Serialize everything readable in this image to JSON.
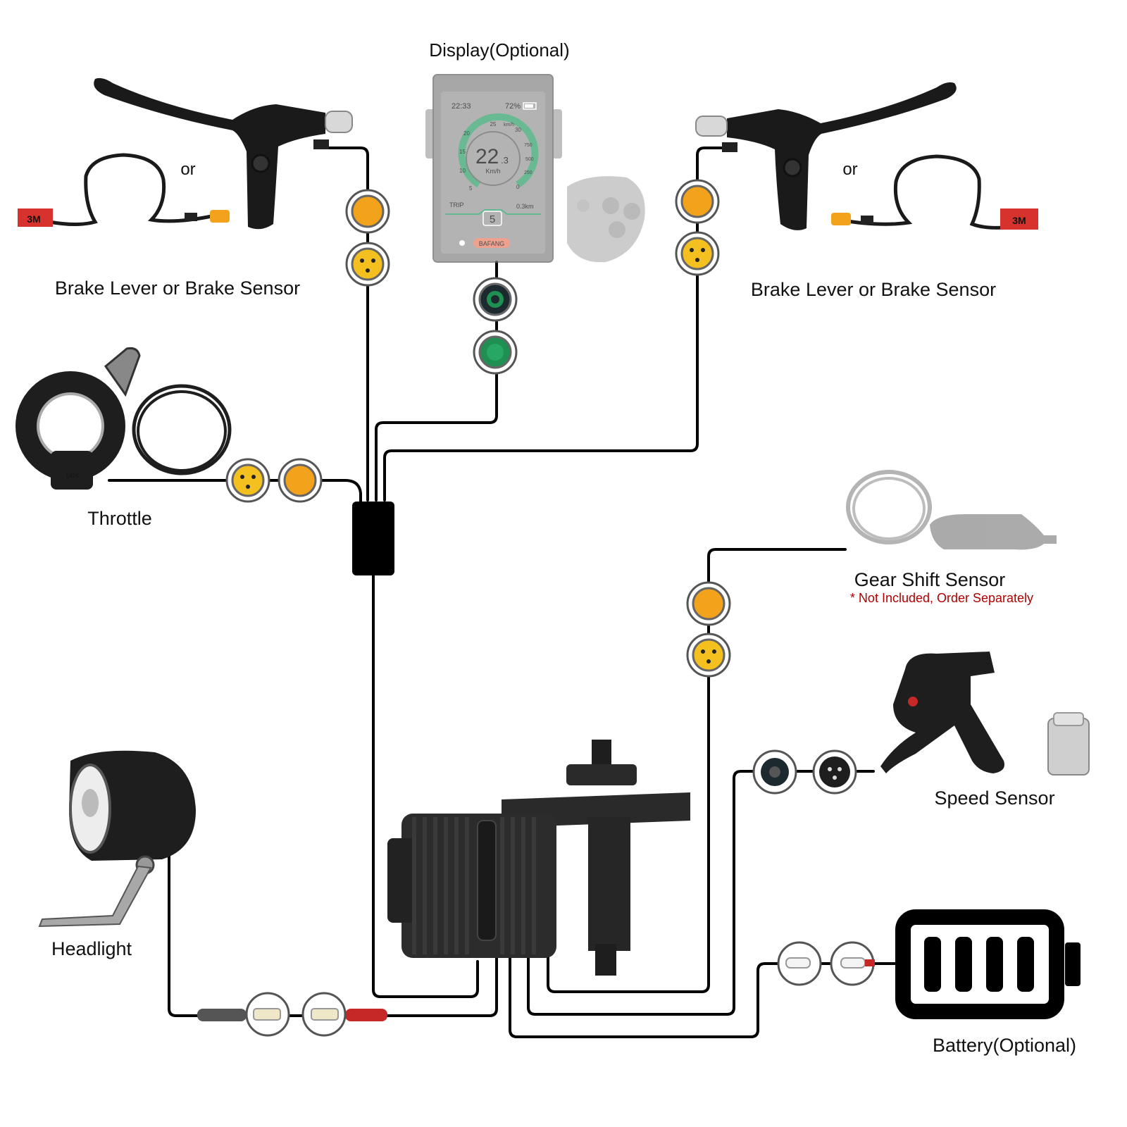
{
  "labels": {
    "display": "Display(Optional)",
    "brake_left": "Brake Lever or Brake Sensor",
    "brake_right": "Brake Lever or Brake Sensor",
    "or_left": "or",
    "or_right": "or",
    "throttle": "Throttle",
    "gear_shift": "Gear Shift Sensor",
    "gear_shift_note": "* Not Included, Order Separately",
    "speed_sensor": "Speed Sensor",
    "headlight": "Headlight",
    "battery": "Battery(Optional)"
  },
  "display_screen": {
    "time": "22:33",
    "battery_pct": "72%",
    "speed_main": "22",
    "speed_decimal": ".3",
    "speed_unit": "Km/h",
    "scale_top": "25",
    "scale_unit": "km/h",
    "ticks_left": [
      "20",
      "15",
      "10",
      "5"
    ],
    "ticks_right": [
      "30",
      "750",
      "500",
      "250",
      "0"
    ],
    "trip_label": "TRIP",
    "trip_value": "0.3km",
    "assist_level": "5",
    "brand": "BAFANG"
  },
  "brake_sensor_brand": "3M",
  "throttle_brand": "LIDX",
  "colors": {
    "connector_yellow": "#f4c020",
    "connector_orange": "#f2a31b",
    "connector_green": "#1f8f52",
    "connector_dark": "#1c2a30",
    "wire": "#000000",
    "note_red": "#b00000",
    "screen_green": "#2ea36b",
    "brand_orange": "#e9826a"
  },
  "icons": [
    "brake-lever-icon",
    "brake-sensor-icon",
    "display-icon",
    "remote-icon",
    "throttle-icon",
    "gear-shift-sensor-icon",
    "speed-sensor-icon",
    "magnet-icon",
    "headlight-icon",
    "battery-icon",
    "motor-icon",
    "harness-hub-icon"
  ]
}
